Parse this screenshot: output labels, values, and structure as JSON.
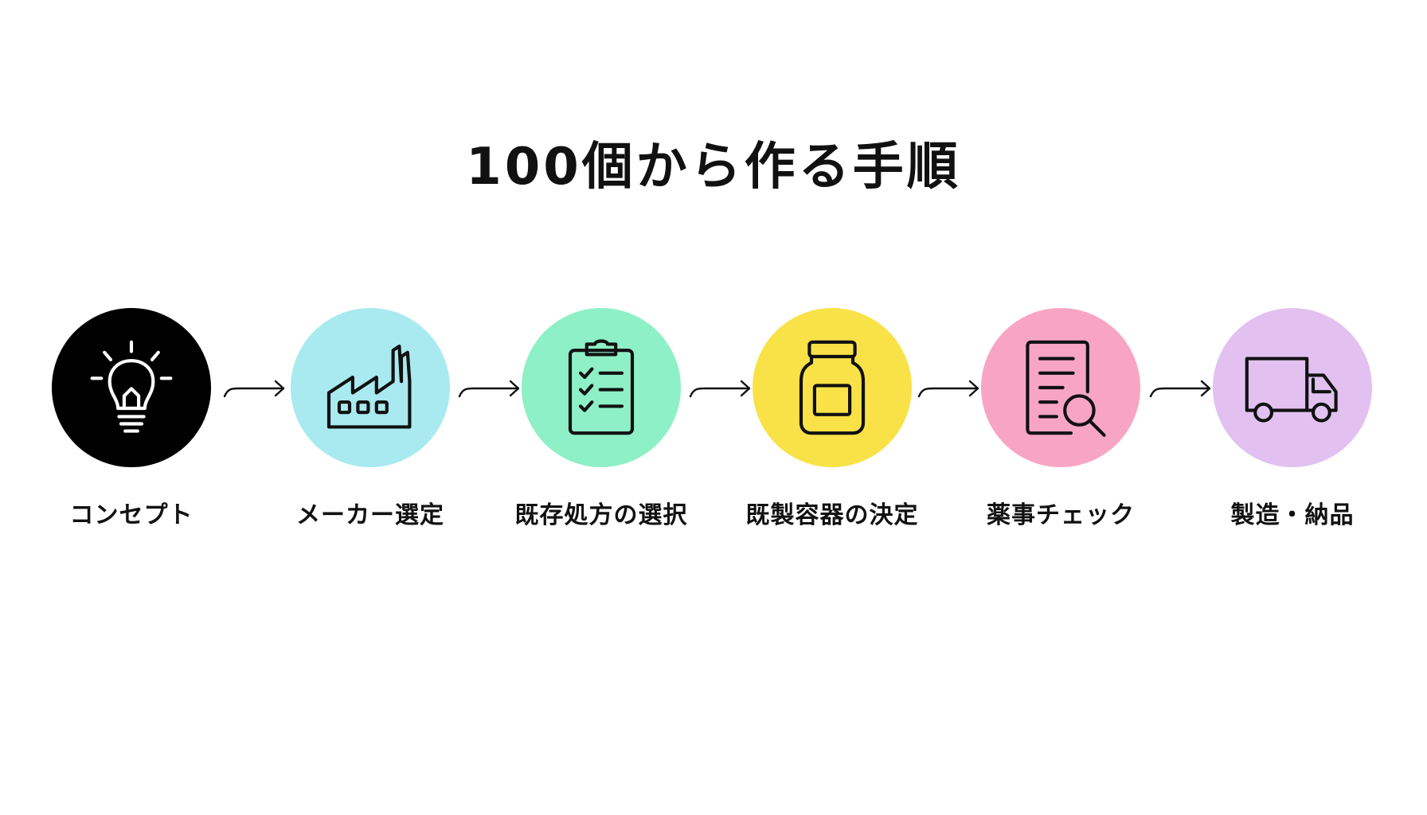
{
  "title": "100個から作る手順",
  "steps": [
    {
      "label": "コンセプト",
      "icon": "lightbulb-icon",
      "color": "#000000"
    },
    {
      "label": "メーカー選定",
      "icon": "factory-icon",
      "color": "#A8EAF0"
    },
    {
      "label": "既存処方の選択",
      "icon": "clipboard-checklist-icon",
      "color": "#8EF0C6"
    },
    {
      "label": "既製容器の決定",
      "icon": "jar-icon",
      "color": "#F8E247"
    },
    {
      "label": "薬事チェック",
      "icon": "document-search-icon",
      "color": "#F8A5C4"
    },
    {
      "label": "製造・納品",
      "icon": "delivery-truck-icon",
      "color": "#E2C1F1"
    }
  ]
}
